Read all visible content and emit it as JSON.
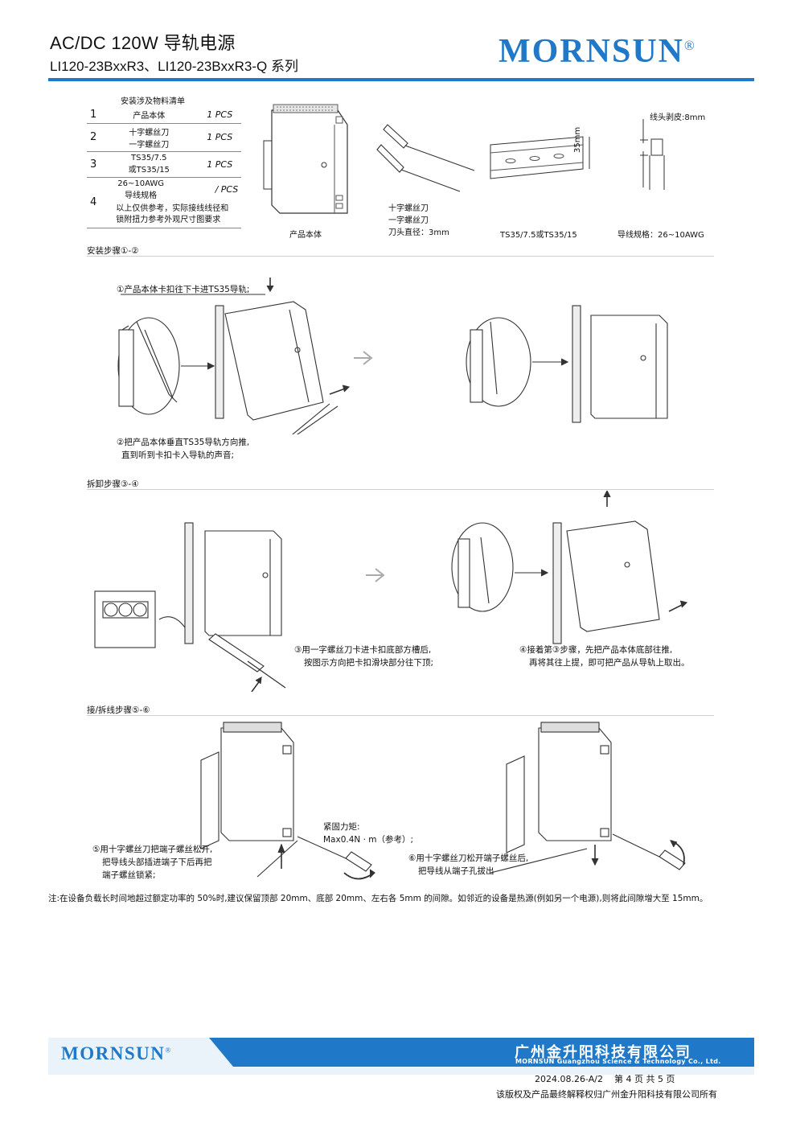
{
  "header": {
    "title": "AC/DC 120W 导轨电源",
    "subtitle": "LI120-23BxxR3、LI120-23BxxR3-Q 系列",
    "logo": "MORNSUN",
    "logo_reg": "®"
  },
  "materials": {
    "heading": "安装涉及物料清单",
    "rows": [
      {
        "no": "1",
        "item": "产品本体",
        "qty": "1 PCS"
      },
      {
        "no": "2",
        "item_line1": "十字螺丝刀",
        "item_line2": "一字螺丝刀",
        "qty": "1 PCS"
      },
      {
        "no": "3",
        "item_line1": "TS35/7.5",
        "item_line2": "或TS35/15",
        "qty": "1 PCS"
      },
      {
        "no": "4",
        "item_line1": "26~10AWG",
        "item_line2": "导线规格",
        "qty": "/ PCS"
      }
    ],
    "remark_line1": "以上仅供参考，实际接线线径和",
    "remark_line2": "锁附扭力参考外观尺寸图要求",
    "labels": {
      "product": "产品本体",
      "driver_line1": "十字螺丝刀",
      "driver_line2": "一字螺丝刀",
      "driver_line3": "刀头直径：3mm",
      "rail": "TS35/7.5或TS35/15",
      "wire": "导线规格：26~10AWG",
      "strip": "线头剥皮:8mm",
      "rail_height": "35mm"
    }
  },
  "install": {
    "title": "安装步骤①-②",
    "step1": "①产品本体卡扣往下卡进TS35导轨;",
    "step2_line1": "②把产品本体垂直TS35导轨方向推,",
    "step2_line2": "直到听到卡扣卡入导轨的声音;"
  },
  "remove": {
    "title": "拆卸步骤③-④",
    "step3_line1": "③用一字螺丝刀卡进卡扣底部方槽后,",
    "step3_line2": "按图示方向把卡扣滑块部分往下顶;",
    "step4_line1": "④接着第③步骤，先把产品本体底部往推,",
    "step4_line2": "再将其往上提，即可把产品从导轨上取出。"
  },
  "wiring": {
    "title": "接/拆线步骤⑤-⑥",
    "torque_line1": "紧固力矩:",
    "torque_line2": "Max0.4N · m（参考）;",
    "step5_line1": "⑤用十字螺丝刀把端子螺丝松开,",
    "step5_line2": "把导线头部插进端子下后再把",
    "step5_line3": "端子螺丝锁紧;",
    "step6_line1": "⑥用十字螺丝刀松开端子螺丝后,",
    "step6_line2": "把导线从端子孔拔出"
  },
  "note": "注:在设备负载长时间地超过额定功率的 50%时,建议保留顶部 20mm、底部 20mm、左右各 5mm 的间隙。如邻近的设备是热源(例如另一个电源),则将此间隙增大至 15mm。",
  "footer": {
    "logo": "MORNSUN",
    "logo_reg": "®",
    "company_cn": "广州金升阳科技有限公司",
    "company_en": "MORNSUN Guangzhou Science & Technology Co., Ltd.",
    "revision": "2024.08.26-A/2",
    "page": "第 4 页 共 5 页",
    "copyright": "该版权及产品最终解释权归广州金升阳科技有限公司所有"
  },
  "colors": {
    "brand_blue": "#1f78c8",
    "footer_band": "#1f78c8"
  }
}
